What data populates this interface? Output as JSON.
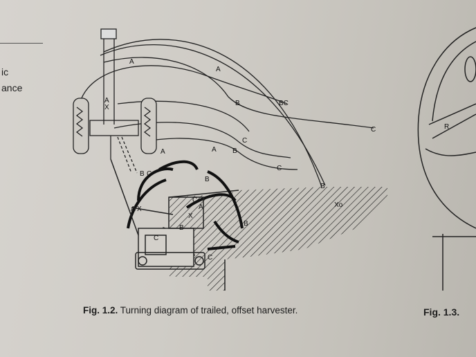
{
  "left_margin": {
    "fragment_1": "ic",
    "fragment_2": "ance"
  },
  "figure_1_2": {
    "label": "Fig. 1.2.",
    "caption": "Turning diagram of trailed, offset harvester.",
    "point_labels": {
      "A": "A",
      "B": "B",
      "C": "C",
      "BC": "BC",
      "X": "X",
      "Xo": "Xo"
    }
  },
  "figure_1_3": {
    "label": "Fig. 1.3.",
    "point_label_R": "R"
  },
  "colors": {
    "paper": "#cfccc6",
    "ink": "#1a1a1a"
  }
}
